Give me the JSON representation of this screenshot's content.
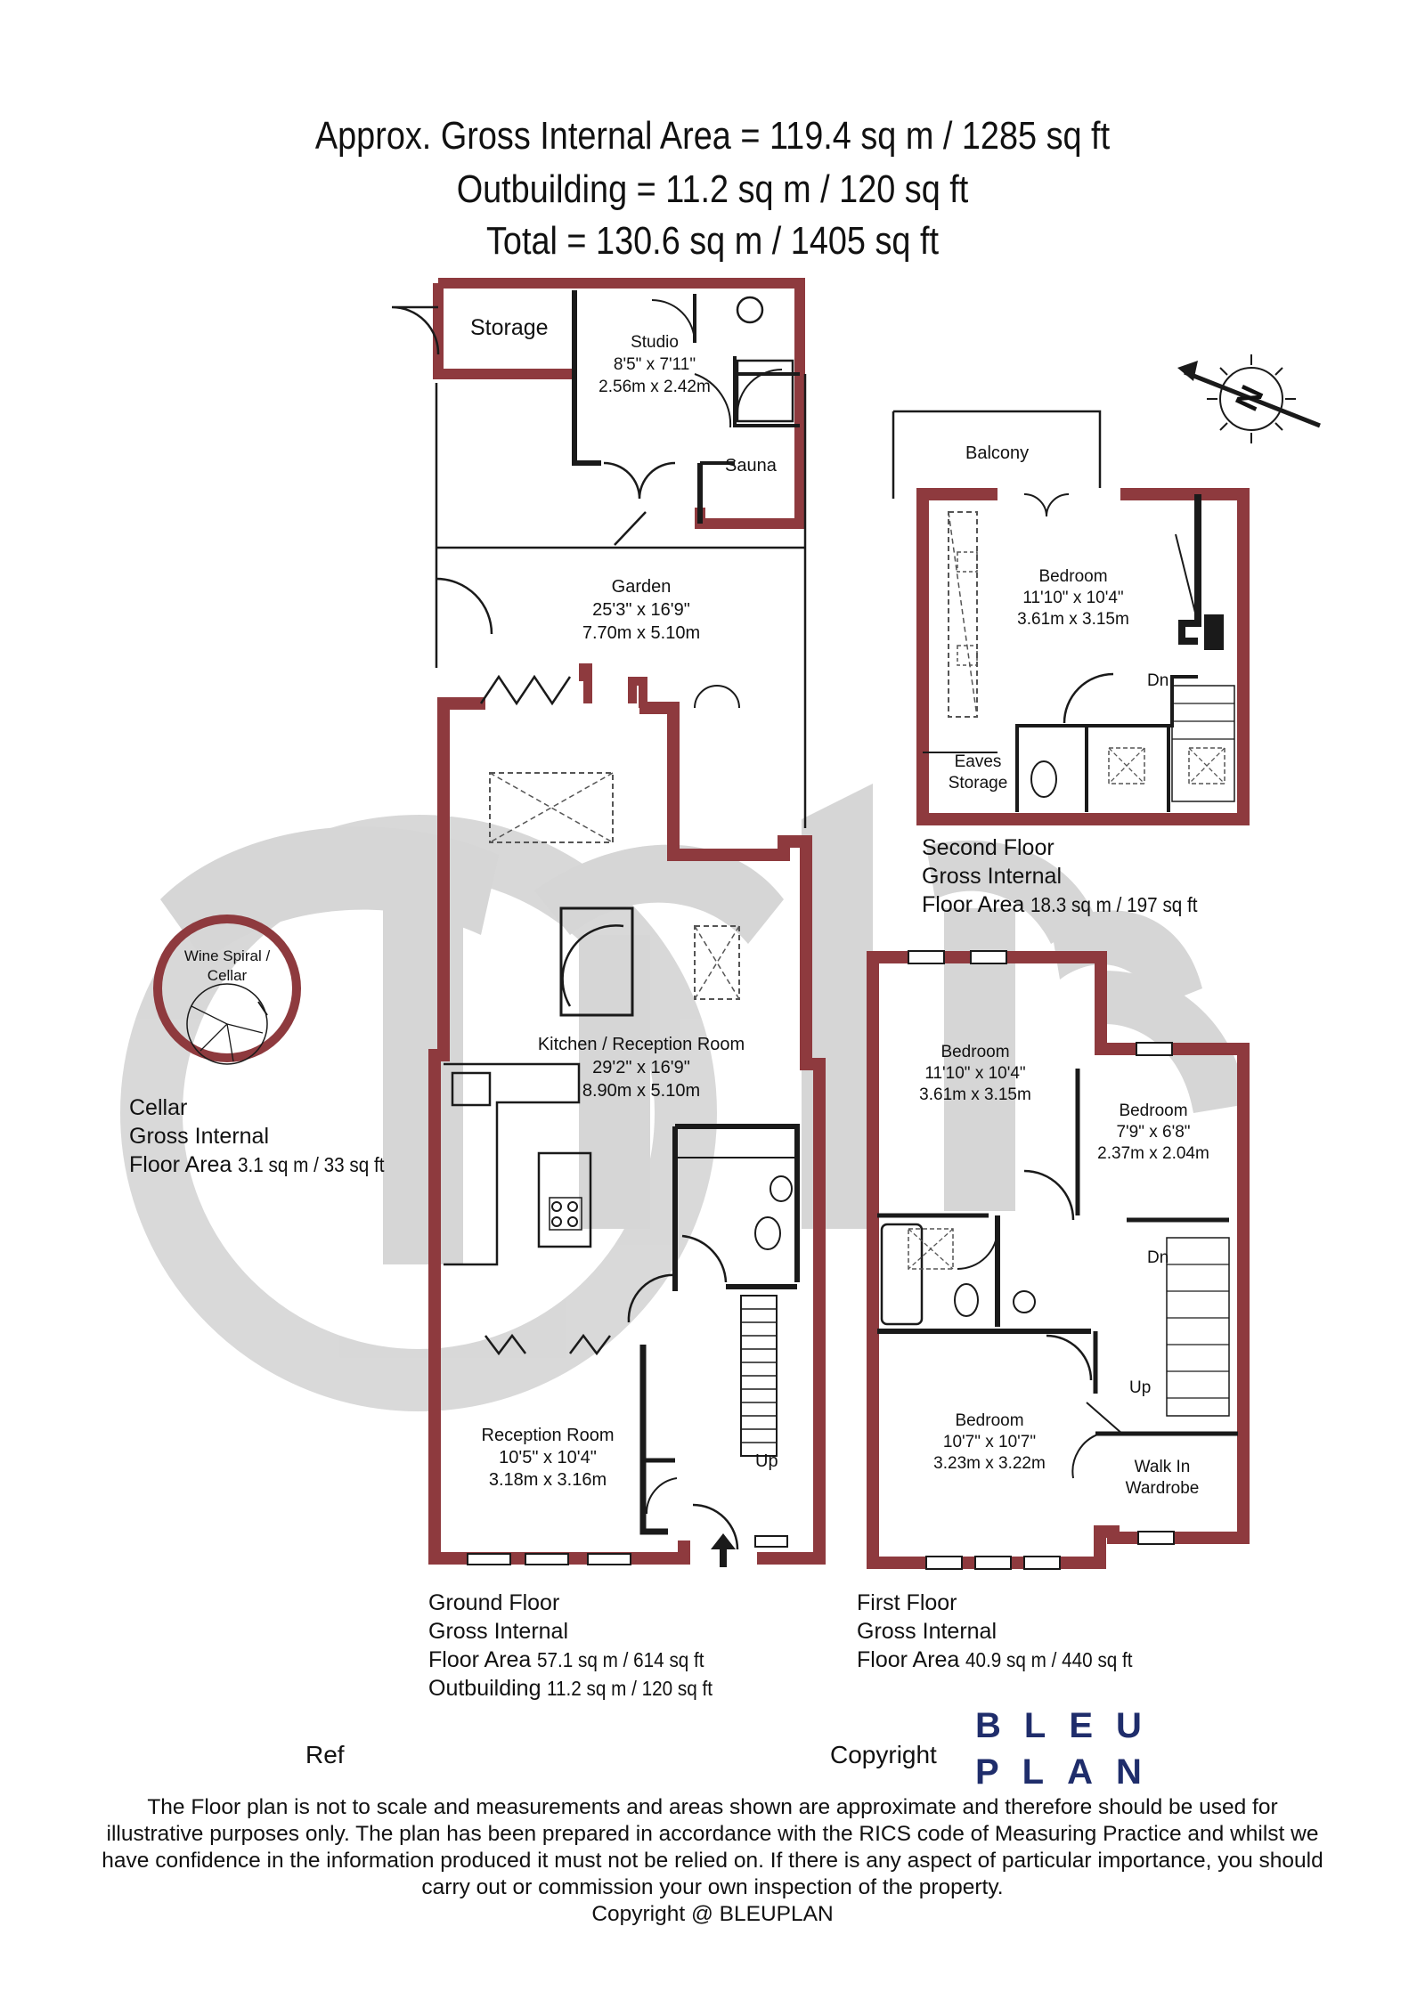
{
  "header": {
    "line1": "Approx. Gross Internal Area = 119.4 sq m / 1285 sq ft",
    "line2": "Outbuilding = 11.2 sq m / 120 sq ft",
    "line3": "Total = 130.6 sq m / 1405 sq ft"
  },
  "rooms": {
    "storage": "Storage",
    "studio": {
      "name": "Studio",
      "imperial": "8'5\" x 7'11\"",
      "metric": "2.56m x 2.42m"
    },
    "sauna": "Sauna",
    "garden": {
      "name": "Garden",
      "imperial": "25'3\" x 16'9\"",
      "metric": "7.70m x 5.10m"
    },
    "kitchen": {
      "name": "Kitchen / Reception Room",
      "imperial": "29'2\" x 16'9\"",
      "metric": "8.90m x 5.10m"
    },
    "reception": {
      "name": "Reception Room",
      "imperial": "10'5\" x 10'4\"",
      "metric": "3.18m x 3.16m"
    },
    "ground_up": "Up",
    "wine_cellar": "Wine Spiral /",
    "wine_cellar2": "Cellar",
    "balcony": "Balcony",
    "bedroom_second": {
      "name": "Bedroom",
      "imperial": "11'10\" x 10'4\"",
      "metric": "3.61m x 3.15m"
    },
    "second_dn": "Dn",
    "eaves1": "Eaves",
    "eaves2": "Storage",
    "bedroom_first_a": {
      "name": "Bedroom",
      "imperial": "11'10\" x 10'4\"",
      "metric": "3.61m x 3.15m"
    },
    "bedroom_first_b": {
      "name": "Bedroom",
      "imperial": "7'9\" x 6'8\"",
      "metric": "2.37m x 2.04m"
    },
    "bedroom_first_c": {
      "name": "Bedroom",
      "imperial": "10'7\" x 10'7\"",
      "metric": "3.23m x 3.22m"
    },
    "first_dn": "Dn",
    "first_up": "Up",
    "walkin1": "Walk In",
    "walkin2": "Wardrobe"
  },
  "captions": {
    "cellar": {
      "l1": "Cellar",
      "l2": "Gross Internal",
      "l3a": "Floor Area",
      "l3b": "3.1 sq m / 33 sq ft"
    },
    "second": {
      "l1": "Second Floor",
      "l2": "Gross Internal",
      "l3a": "Floor Area",
      "l3b": "18.3 sq m / 197 sq ft"
    },
    "ground": {
      "l1": "Ground Floor",
      "l2": "Gross Internal",
      "l3a": "Floor Area",
      "l3b": "57.1 sq m / 614 sq ft",
      "l4a": "Outbuilding",
      "l4b": "11.2 sq m / 120 sq ft"
    },
    "first": {
      "l1": "First Floor",
      "l2": "Gross Internal",
      "l3a": "Floor Area",
      "l3b": "40.9 sq m / 440 sq ft"
    }
  },
  "footer": {
    "ref": "Ref",
    "copyright": "Copyright",
    "brand_line1": "BLEU",
    "brand_line2": "PLAN",
    "disclaimer1": "The Floor plan is not to scale and measurements and areas shown are approximate and therefore should be used for",
    "disclaimer2": "illustrative purposes only. The plan has been prepared in accordance with the RICS code of Measuring Practice and whilst we",
    "disclaimer3": "have confidence in the information produced it must not be relied on. If there is any aspect of particular importance, you should",
    "disclaimer4": "carry out or commission your own inspection of the property.",
    "copyright_line": "Copyright @ BLEUPLAN"
  },
  "compass": {
    "letter": "N"
  },
  "colors": {
    "wall": "#8e3a3e",
    "line": "#1a1a1a",
    "watermark": "#c9c9c9",
    "brand": "#1f2d6b"
  }
}
